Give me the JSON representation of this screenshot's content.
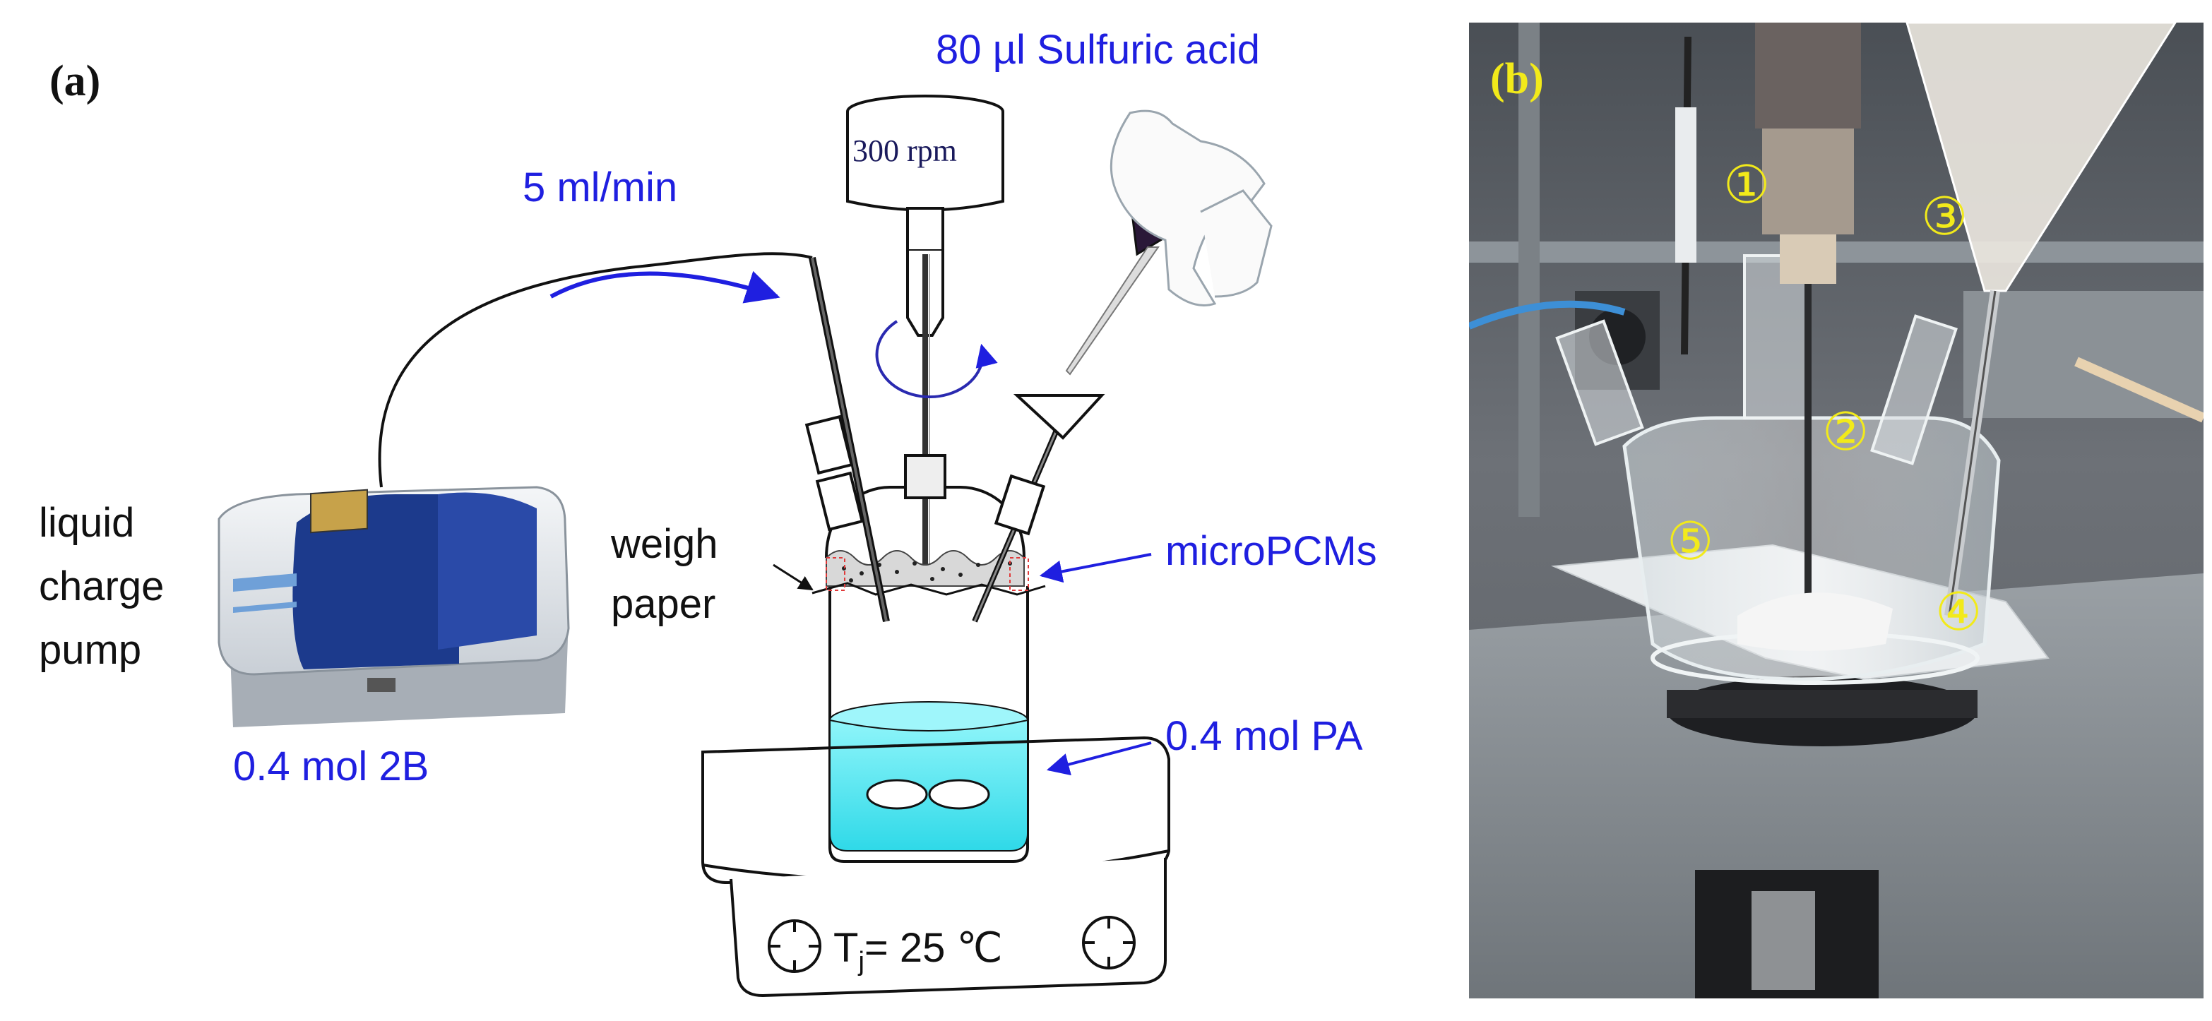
{
  "panel_a": {
    "label": "(a)",
    "stir_speed": "300 rpm",
    "acid_label": "80 µl Sulfuric acid",
    "flow_rate": "5 ml/min",
    "pump_label": [
      "liquid",
      "charge",
      "pump"
    ],
    "pump_reagent": "0.4 mol 2B",
    "weigh_paper_label": [
      "weigh",
      "paper"
    ],
    "micropcms_label": "microPCMs",
    "flask_reagent": "0.4 mol PA",
    "temperature": {
      "prefix": "T",
      "sub": "j",
      "value": "= 25 ℃"
    }
  },
  "panel_b": {
    "label": "(b)",
    "markers": [
      "①",
      "②",
      "③",
      "④",
      "⑤"
    ]
  },
  "colors": {
    "annotation_blue": "#1f1fe0",
    "marker_yellow": "#f2ea1a",
    "liquid_cyan": "#3fe6f0",
    "pump_blue": "#1c3a8c"
  }
}
